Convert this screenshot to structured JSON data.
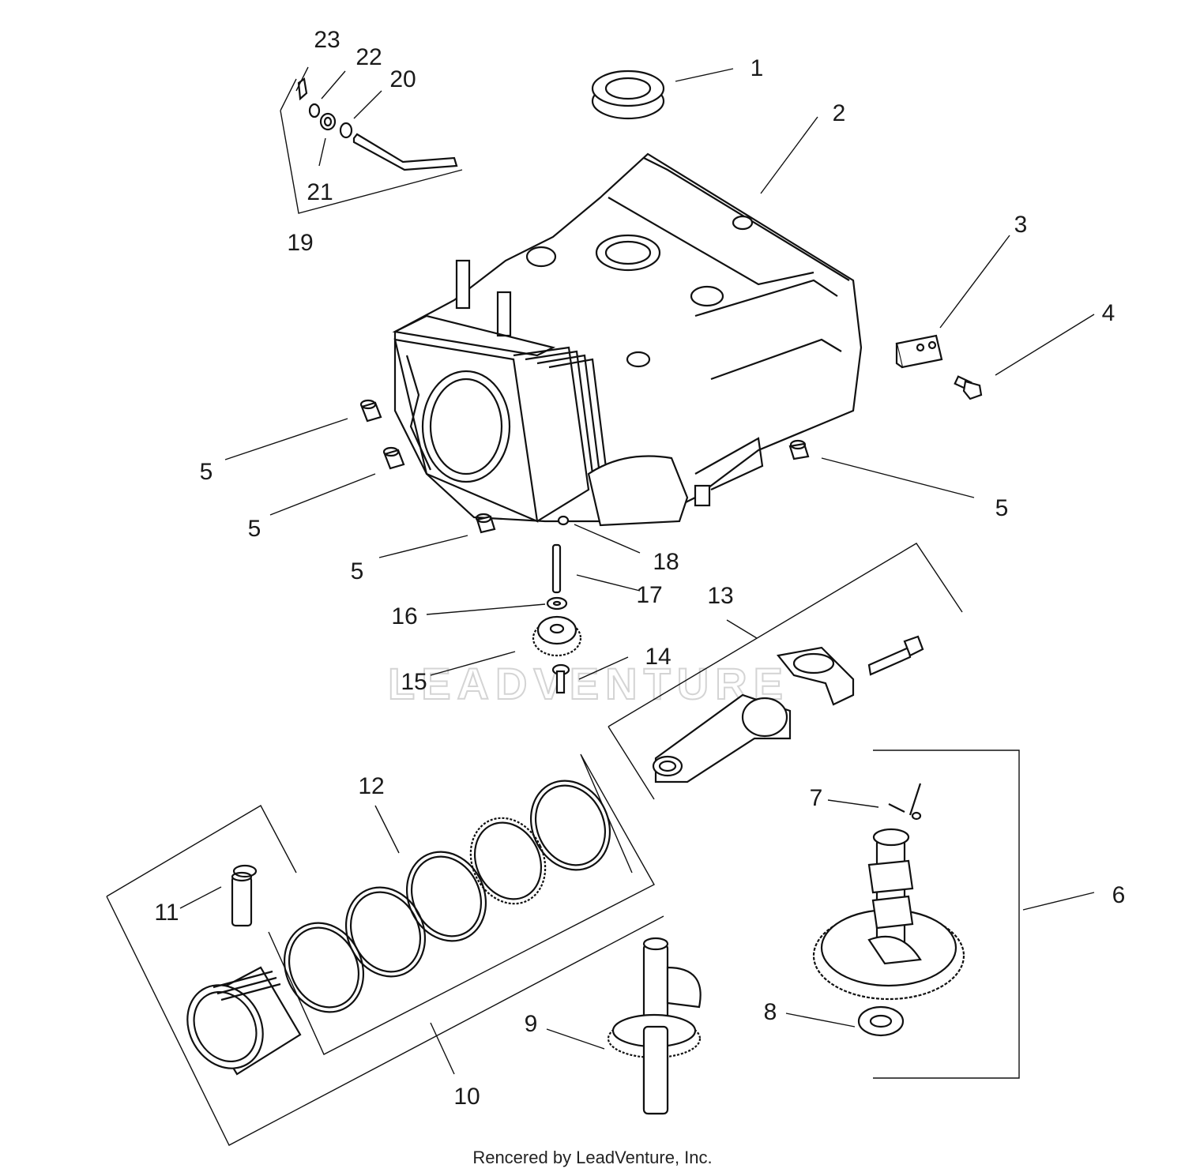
{
  "callouts": {
    "c1": "1",
    "c2": "2",
    "c3": "3",
    "c4": "4",
    "c5a": "5",
    "c5b": "5",
    "c5c": "5",
    "c5d": "5",
    "c6": "6",
    "c7": "7",
    "c8": "8",
    "c9": "9",
    "c10": "10",
    "c11": "11",
    "c12": "12",
    "c13": "13",
    "c14": "14",
    "c15": "15",
    "c16": "16",
    "c17": "17",
    "c18": "18",
    "c19": "19",
    "c20": "20",
    "c21": "21",
    "c22": "22",
    "c23": "23"
  },
  "watermark": "LEADVENTURE",
  "footer": "Rencered by LeadVenture, Inc."
}
